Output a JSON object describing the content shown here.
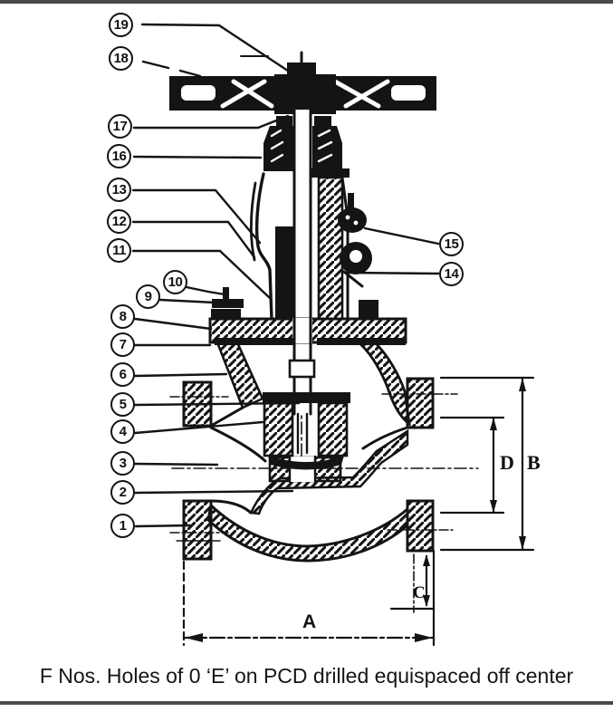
{
  "figure": {
    "caption": "F Nos. Holes of 0 ‘E’ on PCD drilled equispaced off center"
  },
  "callouts": [
    {
      "label": "19"
    },
    {
      "label": "18"
    },
    {
      "label": "17"
    },
    {
      "label": "16"
    },
    {
      "label": "13"
    },
    {
      "label": "12"
    },
    {
      "label": "11"
    },
    {
      "label": "10"
    },
    {
      "label": "9"
    },
    {
      "label": "8"
    },
    {
      "label": "7"
    },
    {
      "label": "6"
    },
    {
      "label": "5"
    },
    {
      "label": "4"
    },
    {
      "label": "3"
    },
    {
      "label": "2"
    },
    {
      "label": "1"
    },
    {
      "label": "15"
    },
    {
      "label": "14"
    }
  ],
  "dimensions": {
    "A": "A",
    "B": "B",
    "C": "C",
    "D": "D"
  },
  "colors": {
    "ink": "#141414",
    "border": "#4a4a4a",
    "paper": "#ffffff"
  }
}
